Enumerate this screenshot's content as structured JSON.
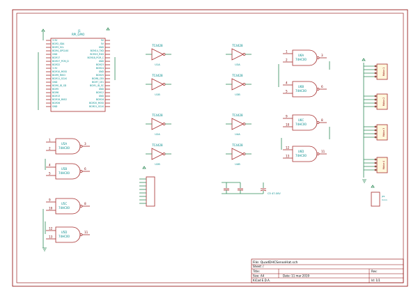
{
  "title_block": {
    "file": "File: QuadDHCSenseHat.sch",
    "sheet": "Sheet: /",
    "title": "Title:",
    "size": "Size: A4",
    "date": "Date: 11 mar 2019",
    "rev": "Rev:",
    "tool": "KiCad E.D.A.",
    "id": "Id: 1/1"
  },
  "connector_j1": {
    "ref": "J1",
    "value": "RPI_GPIO",
    "left_pins": [
      "3.3V",
      "BCM2_SDA",
      "BCM3_SCL",
      "BCM4_GPCLK0",
      "GND",
      "BCM17",
      "BCM27_PCM_D",
      "BCM22",
      "3.3V",
      "BCM10_MOSI",
      "BCM9_MISO",
      "BCM11_SCLK",
      "GND",
      "BCM0_ID_SD",
      "BCM5",
      "BCM6",
      "BCM13",
      "BCM19_MISO",
      "BCM26",
      "GND"
    ],
    "right_pins": [
      "5V",
      "5V",
      "GND",
      "BCM14_TXD",
      "BCM15_RXD",
      "BCM18_PCM_C",
      "GND",
      "BCM23",
      "BCM24",
      "GND",
      "BCM25",
      "BCM8_CE0",
      "BCM7_CE1",
      "BCM1_ID_SC",
      "GND",
      "BCM12",
      "GND",
      "BCM16",
      "BCM20_MOSI",
      "BCM21_SCLK"
    ]
  },
  "buffers": [
    {
      "name": "TC4428",
      "unit": "U1A"
    },
    {
      "name": "TC4428",
      "unit": "U1B"
    },
    {
      "name": "TC4428",
      "unit": "U2A"
    },
    {
      "name": "TC4428",
      "unit": "U2B"
    },
    {
      "name": "TC4428",
      "unit": "U3A"
    },
    {
      "name": "TC4428",
      "unit": "U3B"
    },
    {
      "name": "TC4428",
      "unit": "U4A"
    },
    {
      "name": "TC4428",
      "unit": "U4B"
    }
  ],
  "gates_left": [
    {
      "unit": "U5A",
      "part": "74HC00",
      "pin_a": "1",
      "pin_b": "2",
      "pin_out": "3"
    },
    {
      "unit": "U5B",
      "part": "74HC00",
      "pin_a": "4",
      "pin_b": "5",
      "pin_out": "6"
    },
    {
      "unit": "U5C",
      "part": "74HC00",
      "pin_a": "9",
      "pin_b": "10",
      "pin_out": "8"
    },
    {
      "unit": "U5D",
      "part": "74HC00",
      "pin_a": "12",
      "pin_b": "13",
      "pin_out": "11"
    }
  ],
  "gates_right": [
    {
      "unit": "U6A",
      "part": "74HC00",
      "pin_a": "1",
      "pin_b": "2",
      "pin_out": "3"
    },
    {
      "unit": "U6B",
      "part": "74HC00",
      "pin_a": "4",
      "pin_b": "5",
      "pin_out": "6"
    },
    {
      "unit": "U6C",
      "part": "74HC00",
      "pin_a": "9",
      "pin_b": "10",
      "pin_out": "8"
    },
    {
      "unit": "U6D",
      "part": "74HC00",
      "pin_a": "12",
      "pin_b": "13",
      "pin_out": "11"
    }
  ],
  "motor_connectors": [
    "Motor 1",
    "Motor 2",
    "Motor 3",
    "Motor 4"
  ],
  "jp1": {
    "ref": "JP1",
    "value": "Conn"
  },
  "cap_label": "C5 47.00V",
  "colors": {
    "wire": "#2e8b57",
    "part": "#a52a2a",
    "text": "#008b8b",
    "chip_fill": "#fff8dc",
    "border": "#8b0000"
  }
}
